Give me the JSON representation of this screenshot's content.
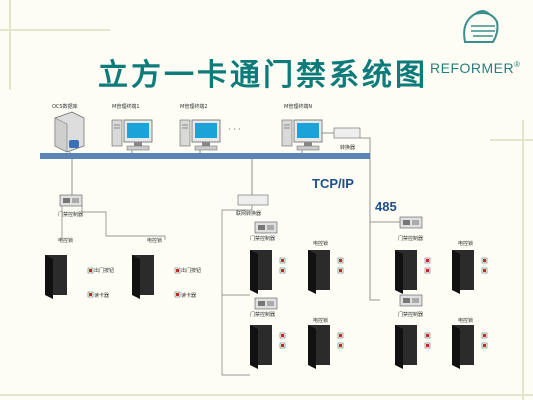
{
  "title": "立方一卡通门禁系统图",
  "brand": "REFORMER",
  "brand_mark": "®",
  "labels": {
    "database": "OCS数据库",
    "ws1": "M管理终端1",
    "ws2": "M管理终端2",
    "wsn": "M管理终端N",
    "dots": "· · ·",
    "converter": "转换器",
    "tcpip": "TCP/IP",
    "rs485": "485",
    "net_converter": "联网转换器",
    "controller": "门禁控制器",
    "lock": "电控锁",
    "exit_button": "出门按钮",
    "reader": "读卡器"
  },
  "colors": {
    "title": "#0d7b79",
    "bus": "#5b84b8",
    "door": "#2b2b2b",
    "screen": "#1aa3d9"
  }
}
